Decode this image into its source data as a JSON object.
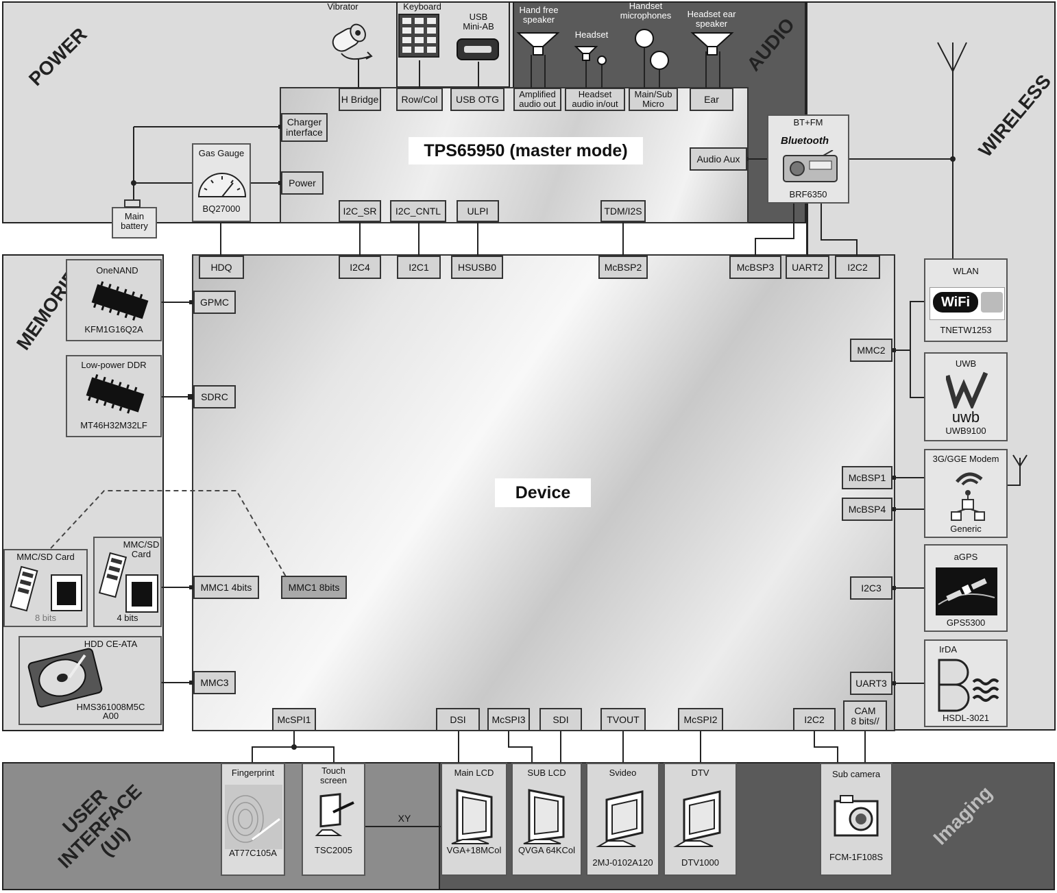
{
  "regions": {
    "power": "POWER",
    "audio": "AUDIO",
    "wireless": "WIRELESS",
    "memories": "MEMORIES",
    "ui": "USER\nINTERFACE\n(UI)",
    "imaging": "Imaging"
  },
  "tps": {
    "title": "TPS65950 (master mode)",
    "ports": {
      "h_bridge": "H Bridge",
      "row_col": "Row/Col",
      "usb_otg": "USB OTG",
      "amplified_audio": "Amplified\naudio out",
      "headset_audio": "Headset\naudio in/out",
      "main_sub_micro": "Main/Sub\nMicro",
      "ear": "Ear",
      "charger_interface": "Charger\ninterface",
      "power": "Power",
      "audio_aux": "Audio Aux",
      "i2c_sr": "I2C_SR",
      "i2c_cntl": "I2C_CNTL",
      "ulpi": "ULPI",
      "tdm_i2s": "TDM/I2S"
    }
  },
  "device": {
    "title": "Device",
    "ports": {
      "hdq": "HDQ",
      "i2c4": "I2C4",
      "i2c1": "I2C1",
      "hsusb0": "HSUSB0",
      "mcbsp2": "McBSP2",
      "mcbsp3": "McBSP3",
      "uart2": "UART2",
      "i2c2_top": "I2C2",
      "gpmc": "GPMC",
      "sdrc": "SDRC",
      "mmc1_4bits": "MMC1 4bits",
      "mmc1_8bits": "MMC1 8bits",
      "mmc3": "MMC3",
      "mmc2": "MMC2",
      "mcbsp1": "McBSP1",
      "mcbsp4": "McBSP4",
      "i2c3": "I2C3",
      "uart3": "UART3",
      "mcspi1": "McSPI1",
      "dsi": "DSI",
      "mcspi3": "McSPI3",
      "sdi": "SDI",
      "tvout": "TVOUT",
      "mcspi2": "McSPI2",
      "i2c2_bottom": "I2C2",
      "cam": "CAM\n8 bits//"
    }
  },
  "power": {
    "vibrator": "Vibrator",
    "keyboard": "Keyboard",
    "usb": "USB\nMini-AB",
    "gas_gauge_title": "Gas Gauge",
    "gas_gauge_part": "BQ27000",
    "main_battery": "Main\nbattery"
  },
  "audio": {
    "hand_free": "Hand free\nspeaker",
    "headset": "Headset",
    "handset_mics": "Handset\nmicrophones",
    "headset_ear": "Headset ear\nspeaker"
  },
  "wireless": {
    "bt_fm_title": "BT+FM",
    "bt_logo": "Bluetooth",
    "bt_part": "BRF6350",
    "wlan_title": "WLAN",
    "wlan_logo": "WiFi",
    "wlan_part": "TNETW1253",
    "uwb_title": "UWB",
    "uwb_logo": "uwb",
    "uwb_part": "UWB9100",
    "modem_title": "3G/GGE Modem",
    "modem_part": "Generic",
    "agps_title": "aGPS",
    "agps_part": "GPS5300",
    "irda_title": "IrDA",
    "irda_part": "HSDL-3021"
  },
  "memories": {
    "onenand_title": "OneNAND",
    "onenand_part": "KFM1G16Q2A",
    "ddr_title": "Low-power DDR",
    "ddr_part": "MT46H32M32LF",
    "mmc8_title": "MMC/SD Card",
    "mmc8_bits": "8 bits",
    "mmc4_title": "MMC/SD\nCard",
    "mmc4_bits": "4 bits",
    "hdd_title": "HDD CE-ATA",
    "hdd_part": "HMS361008M5C\nA00"
  },
  "ui": {
    "fingerprint_title": "Fingerprint",
    "fingerprint_part": "AT77C105A",
    "touch_title": "Touch\nscreen",
    "touch_part": "TSC2005",
    "xy": "XY",
    "main_lcd_title": "Main LCD",
    "main_lcd_part": "VGA+18MCol",
    "sub_lcd_title": "SUB LCD",
    "sub_lcd_part": "QVGA 64KCol",
    "svideo_title": "Svideo",
    "svideo_part": "2MJ-0102A120",
    "dtv_title": "DTV",
    "dtv_part": "DTV1000",
    "subcam_title": "Sub camera",
    "subcam_part": "FCM-1F108S"
  }
}
